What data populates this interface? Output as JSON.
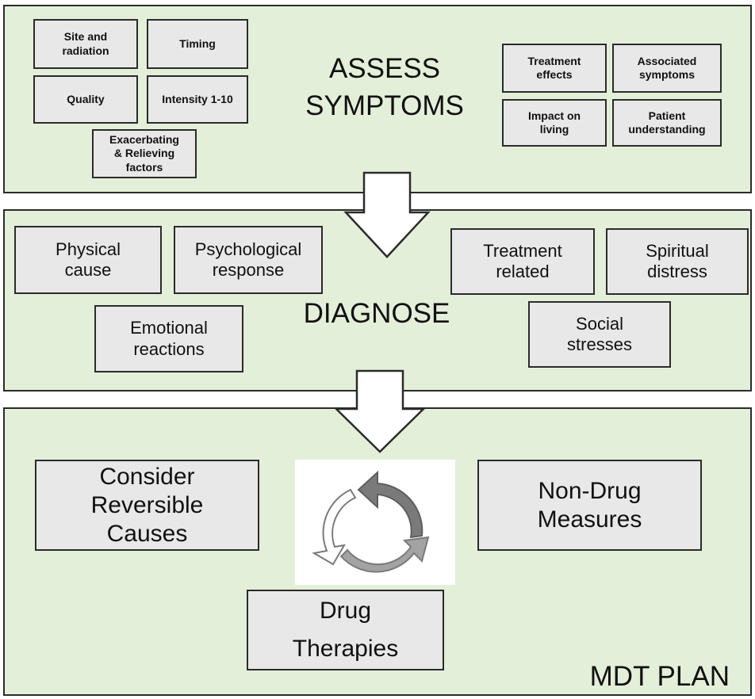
{
  "assess": {
    "title": "ASSESS\nSYMPTOMS",
    "items": [
      "Site and\nradiation",
      "Timing",
      "Quality",
      "Intensity 1-10",
      "Exacerbating\n& Relieving\nfactors",
      "Treatment\neffects",
      "Associated\nsymptoms",
      "Impact on\nliving",
      "Patient\nunderstanding"
    ]
  },
  "diagnose": {
    "title": "DIAGNOSE",
    "items": [
      "Physical\ncause",
      "Psychological\nresponse",
      "Emotional\nreactions",
      "Treatment\nrelated",
      "Spiritual\ndistress",
      "Social\nstresses"
    ]
  },
  "plan": {
    "title": "MDT PLAN",
    "items": [
      "Consider\nReversible\nCauses",
      "Non-Drug\nMeasures",
      "Drug\nTherapies"
    ]
  },
  "icons": [
    "down-arrow-icon",
    "cycle-arrows-icon"
  ],
  "colors": {
    "panel_fill": "#e4efd9",
    "box_fill": "#e8e8e8",
    "border": "#2b2b2b",
    "cycle_dark": "#7a7a7a",
    "cycle_mid": "#a3a3a3"
  }
}
